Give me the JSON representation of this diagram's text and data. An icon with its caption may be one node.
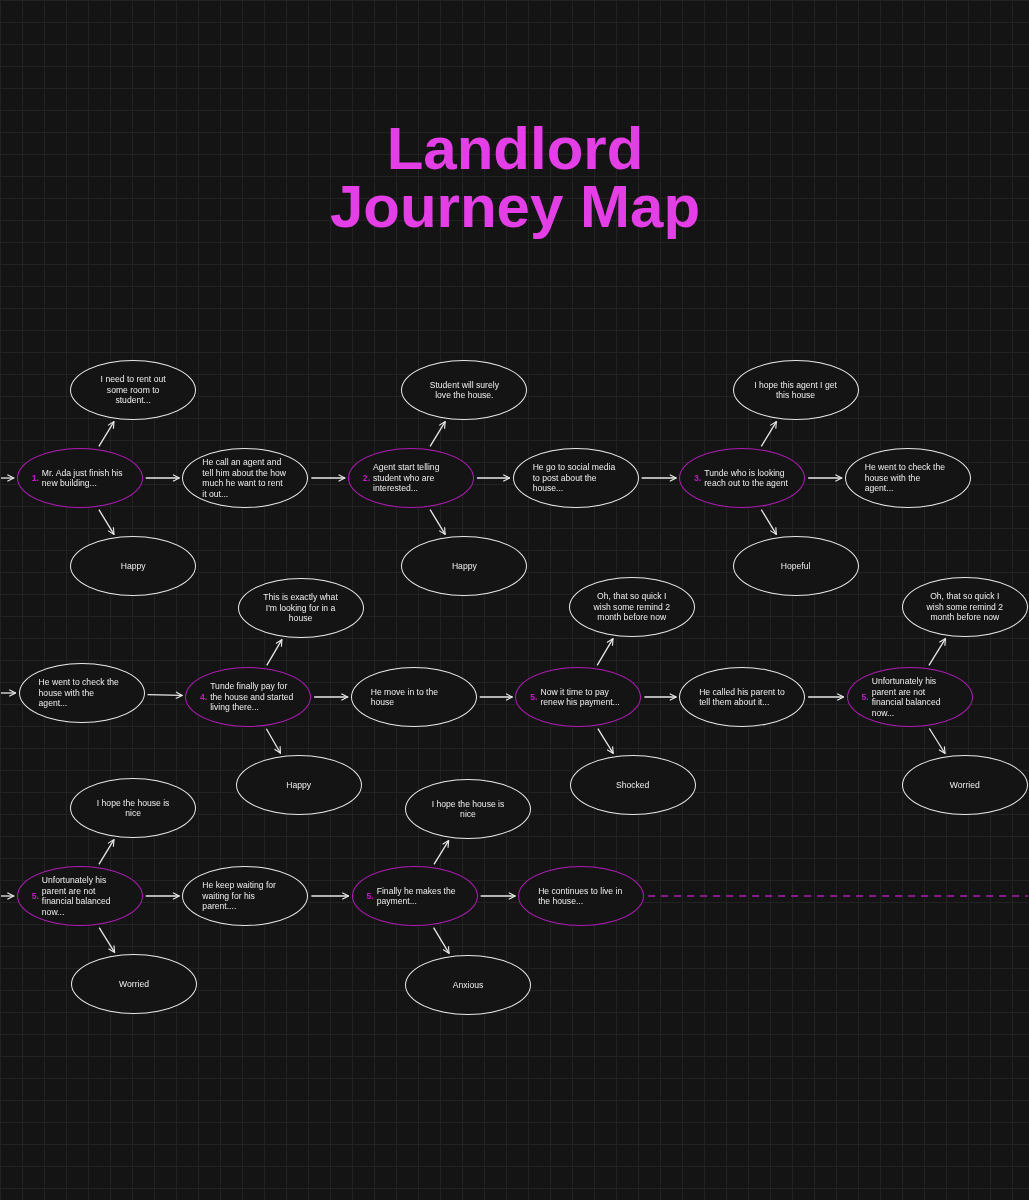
{
  "diagram": {
    "title": "Landlord Journey Map",
    "nodes": [
      {
        "text": [
          "I need to rent out some room to student..."
        ]
      },
      {
        "text": [
          "1.",
          "Mr. Ada just finish his new building..."
        ]
      },
      {
        "text": [
          "Happy"
        ]
      },
      {
        "text": [
          "He call an agent and tell him about the how much he want to rent it out..."
        ]
      },
      {
        "text": [
          "Student will surely love the house."
        ]
      },
      {
        "text": [
          "2.",
          "Agent start telling student who are interested..."
        ]
      },
      {
        "text": [
          "Happy"
        ]
      },
      {
        "text": [
          "He go to social media to post about the house..."
        ]
      },
      {
        "text": [
          "I hope this agent I get this house"
        ]
      },
      {
        "text": [
          "3.",
          "Tunde who is looking reach out to the agent"
        ]
      },
      {
        "text": [
          "Hopeful"
        ]
      },
      {
        "text": [
          "He went to check the house with the agent..."
        ]
      },
      {
        "text": [
          "He went to check the house with the agent..."
        ]
      },
      {
        "text": [
          "This is exactly what I'm looking for in a house"
        ]
      },
      {
        "text": [
          "4.",
          "Tunde finally pay for the house and started living there..."
        ]
      },
      {
        "text": [
          "Happy"
        ]
      },
      {
        "text": [
          "He move in to the house"
        ]
      },
      {
        "text": [
          "Oh, that so quick I wish some remind 2 month before now"
        ]
      },
      {
        "text": [
          "5.",
          "Now it time to pay renew his payment..."
        ]
      },
      {
        "text": [
          "Shocked"
        ]
      },
      {
        "text": [
          "He called his parent to tell them about it..."
        ]
      },
      {
        "text": [
          "Oh, that so quick I wish some remind 2 month before now"
        ]
      },
      {
        "text": [
          "5.",
          "Unfortunately his parent are not financial balanced now..."
        ]
      },
      {
        "text": [
          "Worried"
        ]
      },
      {
        "text": [
          "I hope the house is nice"
        ]
      },
      {
        "text": [
          "5.",
          "Unfortunately his parent are not financial balanced now..."
        ]
      },
      {
        "text": [
          "Worried"
        ]
      },
      {
        "text": [
          "He keep waiting for waiting for his parent...."
        ]
      },
      {
        "text": [
          "I hope the house is nice"
        ]
      },
      {
        "text": [
          "5.",
          "Finally he makes the payment..."
        ]
      },
      {
        "text": [
          "Anxious"
        ]
      },
      {
        "text": [
          "He continues to live in the house..."
        ]
      }
    ],
    "edges": [
      {
        "from": null,
        "to": 1,
        "arrow": "to"
      },
      {
        "from": 1,
        "to": 0,
        "arrow": "to"
      },
      {
        "from": 1,
        "to": 2,
        "arrow": "to"
      },
      {
        "from": 1,
        "to": 3,
        "arrow": "to"
      },
      {
        "from": 3,
        "to": 5,
        "arrow": "to"
      },
      {
        "from": 5,
        "to": 4,
        "arrow": "to"
      },
      {
        "from": 5,
        "to": 6,
        "arrow": "to"
      },
      {
        "from": 5,
        "to": 7,
        "arrow": "to"
      },
      {
        "from": 7,
        "to": 9,
        "arrow": "to"
      },
      {
        "from": 9,
        "to": 8,
        "arrow": "to"
      },
      {
        "from": 9,
        "to": 10,
        "arrow": "to"
      },
      {
        "from": 9,
        "to": 11,
        "arrow": "to"
      },
      {
        "from": null,
        "to": 12,
        "arrow": "to"
      },
      {
        "from": 12,
        "to": 14,
        "arrow": "to"
      },
      {
        "from": 14,
        "to": 13,
        "arrow": "to"
      },
      {
        "from": 14,
        "to": 15,
        "arrow": "to"
      },
      {
        "from": 14,
        "to": 16,
        "arrow": "to"
      },
      {
        "from": 16,
        "to": 18,
        "arrow": "to"
      },
      {
        "from": 18,
        "to": 17,
        "arrow": "to"
      },
      {
        "from": 18,
        "to": 19,
        "arrow": "to"
      },
      {
        "from": 18,
        "to": 20,
        "arrow": "to"
      },
      {
        "from": 20,
        "to": 22,
        "arrow": "to"
      },
      {
        "from": 22,
        "to": 21,
        "arrow": "to"
      },
      {
        "from": 22,
        "to": 23,
        "arrow": "to"
      },
      {
        "from": null,
        "to": 25,
        "arrow": "to"
      },
      {
        "from": 25,
        "to": 24,
        "arrow": "to"
      },
      {
        "from": 25,
        "to": 26,
        "arrow": "to"
      },
      {
        "from": 25,
        "to": 27,
        "arrow": "to"
      },
      {
        "from": 27,
        "to": 29,
        "arrow": "to"
      },
      {
        "from": 29,
        "to": 28,
        "arrow": "to"
      },
      {
        "from": 29,
        "to": 30,
        "arrow": "to"
      },
      {
        "from": 29,
        "to": 31,
        "arrow": "to"
      },
      {
        "from": 31,
        "to": null,
        "arrow": "none",
        "style": "dashed",
        "color": "#b01cb5"
      }
    ]
  }
}
